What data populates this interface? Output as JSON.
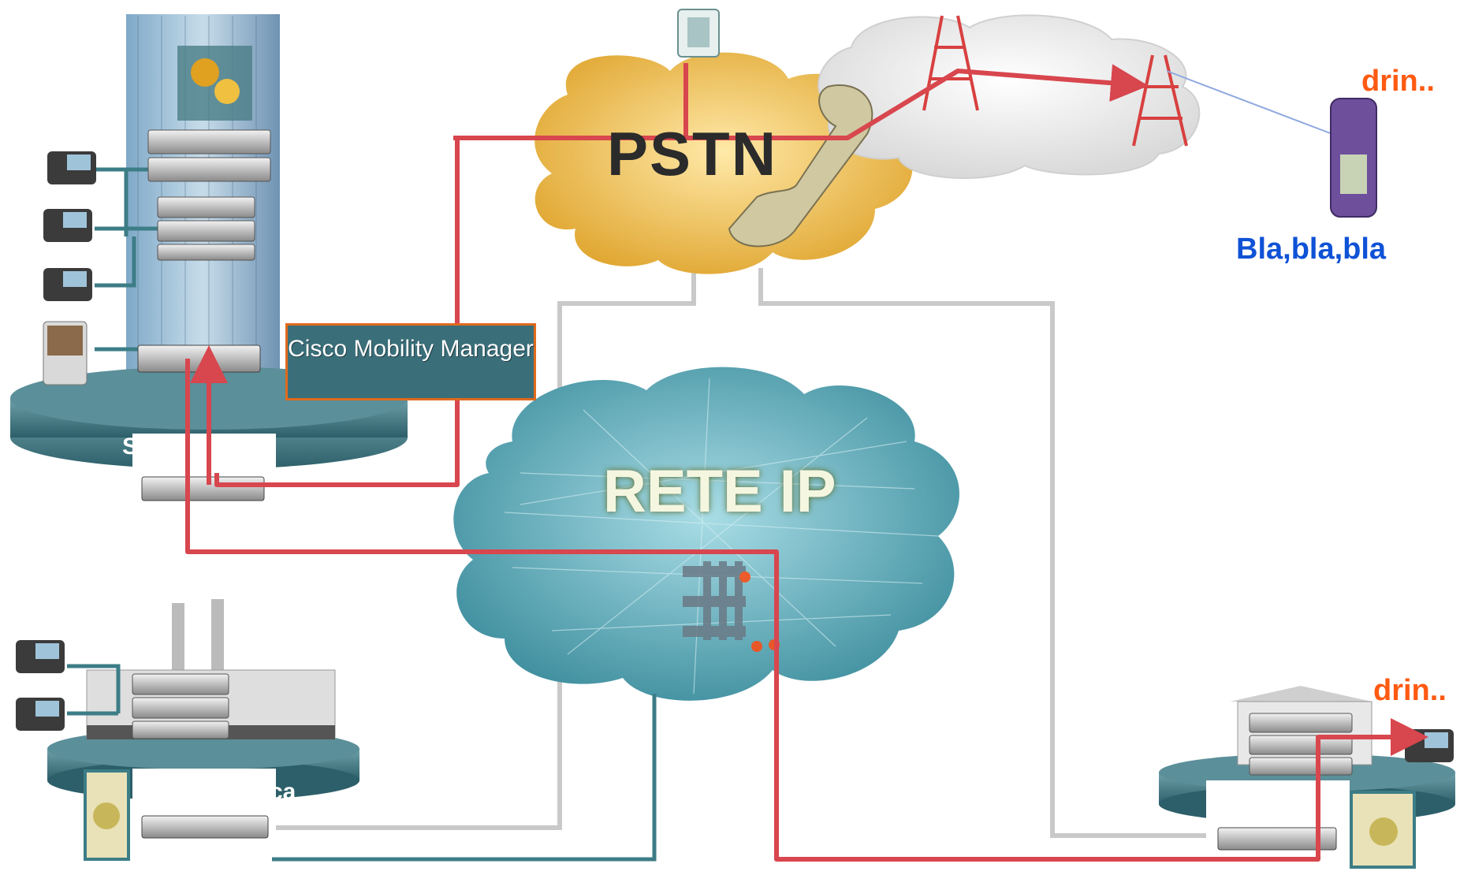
{
  "pstn_label": "PSTN",
  "ip_label": "RETE IP",
  "mobility_manager": "Cisco Mobility Manager",
  "hq_label": "S          le",
  "branch_label": "ca",
  "ring_top": "drin..",
  "ring_bottom": "drin..",
  "mobile_speech": "Bla,bla,bla",
  "colors": {
    "call_path": "#d8464e",
    "teal_link": "#3c7d86",
    "grey_link": "#c9c9c9",
    "pstn_cloud": "#f2c14e",
    "ip_cloud": "#5fb5c4",
    "accent_orange": "#ff5a12",
    "accent_blue": "#0f52d6"
  },
  "icons": [
    "ip-phone-icon",
    "server-icon",
    "switch-icon",
    "router-icon",
    "cell-tower-icon",
    "mobile-phone-icon",
    "desk-phone-icon",
    "firewall-icon",
    "gear-icon",
    "video-phone-icon"
  ]
}
